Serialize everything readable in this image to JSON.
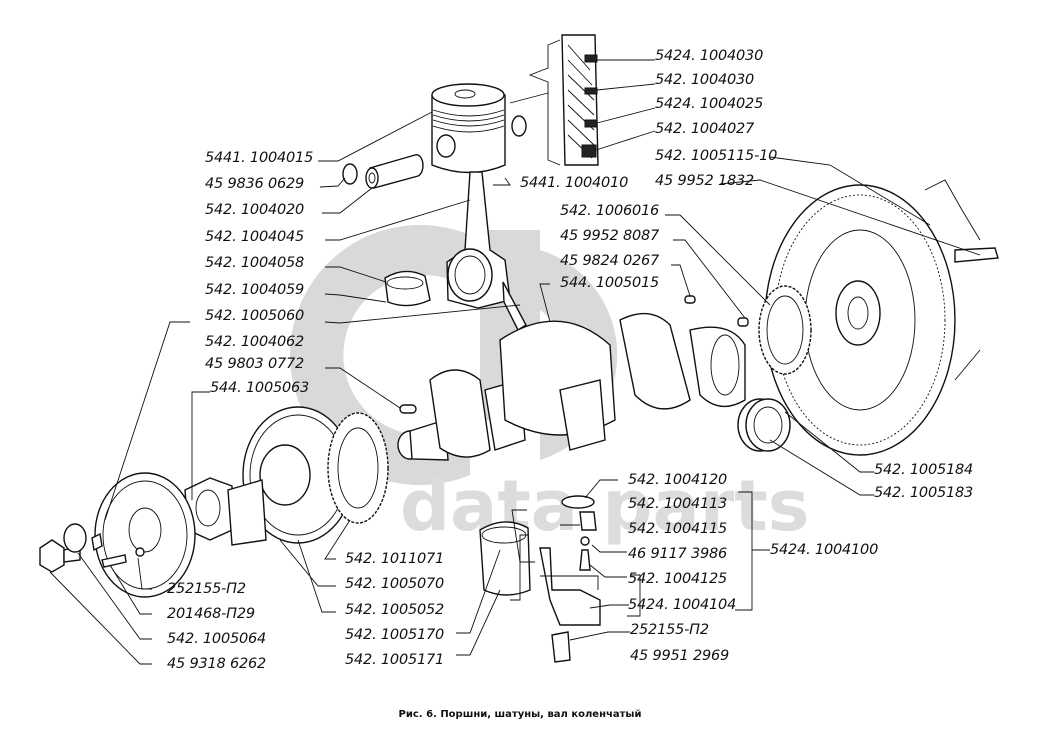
{
  "diagram": {
    "watermark_text": "data parts",
    "caption": "Рис. 6. Поршни, шатуны, вал коленчатый",
    "labels": {
      "ring_top_comp": "5424. 1004030",
      "ring_second_comp": "542. 1004030",
      "ring_oil_1": "5424. 1004025",
      "ring_oil_2": "542. 1004027",
      "flywheel": "542. 1005115-10",
      "flywheel_bolt": "45 9952 1832",
      "piston": "5441. 1004015",
      "circlip": "45 9836 0629",
      "piston_pin": "542. 1004020",
      "con_rod_assy": "5441. 1004010",
      "con_rod": "542. 1004045",
      "rod_bearing_upper": "542. 1004058",
      "rod_bearing_lower": "542. 1004059",
      "pulley": "542. 1005060",
      "rod_bolt": "542. 1004062",
      "key": "45 9803 0772",
      "hub": "544. 1005063",
      "gear_flywheel": "542. 1006016",
      "pin_1": "45 9952 8087",
      "pin_2": "45 9824 0267",
      "crankshaft": "544. 1005015",
      "thrust_bearing_1": "542. 1005184",
      "thrust_bearing_2": "542. 1005183",
      "plate": "542. 1004120",
      "nozzle_body": "542. 1004113",
      "valve": "542. 1004115",
      "ball": "46 9117 3986",
      "spring": "542. 1004125",
      "nozzle_assy": "5424. 1004100",
      "nozzle_tube": "5424. 1004104",
      "washer_nozzle": "252155-П2",
      "nozzle_bolt": "45 9951 2969",
      "gear_front": "542. 1011071",
      "damper": "542. 1005070",
      "damper_hub": "542. 1005052",
      "main_bearing_upper": "542. 1005170",
      "main_bearing_lower": "542. 1005171",
      "washer_front": "252155-П2",
      "bolt_small": "201468-П29",
      "washer_large": "542. 1005064",
      "front_bolt": "45 9318 6262"
    }
  }
}
